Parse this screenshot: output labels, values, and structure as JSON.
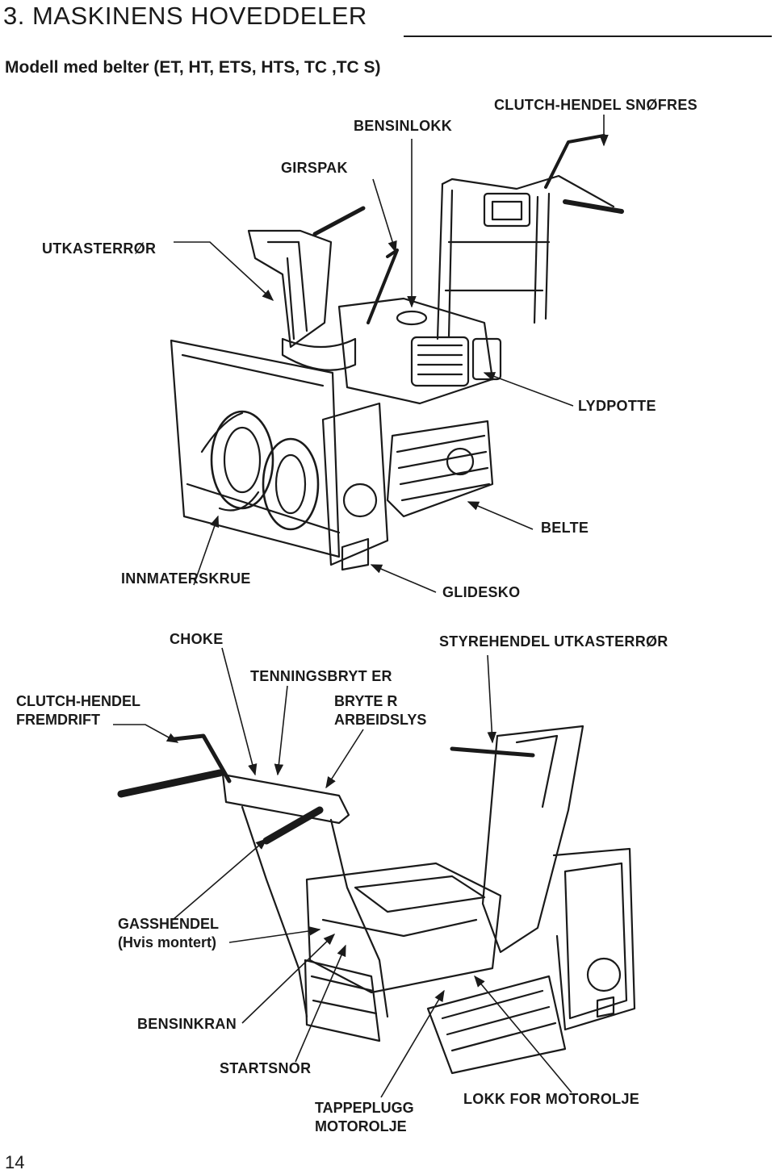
{
  "section_title": "3. MASKINENS HOVEDDELER",
  "subtitle": "Modell med belter (ET, HT, ETS, HTS, TC ,TC S)",
  "page_number": "14",
  "top_view_labels": {
    "clutch_snofres": "CLUTCH-HENDEL SNØFRES",
    "bensinlokk": "BENSINLOKK",
    "girspak": "GIRSPAK",
    "utkasterror": "UTKASTERRØR",
    "lydpotte": "LYDPOTTE",
    "belte": "BELTE",
    "innmaterskrue": "INNMATERSKRUE",
    "glidesko": "GLIDESKO"
  },
  "rear_view_labels": {
    "choke": "CHOKE",
    "styrehendel": "STYREHENDEL  UTKASTERRØR",
    "tenningsbryter": "TENNINGSBRYT ER",
    "clutch_fremdrift_1": "CLUTCH-HENDEL",
    "clutch_fremdrift_2": "FREMDRIFT",
    "bryter_1": "BRYTE R",
    "bryter_2": "ARBEIDSLYS",
    "gasshendel_1": "GASSHENDEL",
    "gasshendel_2": "(Hvis montert)",
    "bensinkran": "BENSINKRAN",
    "startsnor": "STARTSNOR",
    "tappeplugg_1": "TAPPEPLUGG",
    "tappeplugg_2": "MOTOROLJE",
    "lokk": "LOKK FOR MOTOROLJE"
  }
}
